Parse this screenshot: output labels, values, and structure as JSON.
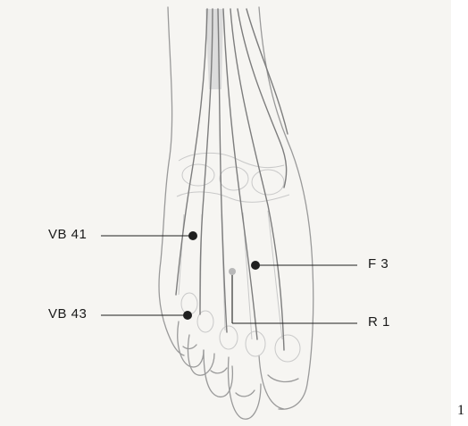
{
  "figure": {
    "points": [
      {
        "label": "VB 41"
      },
      {
        "label": "VB 43"
      },
      {
        "label": "F 3"
      },
      {
        "label": "R 1"
      }
    ]
  },
  "page_number": "1",
  "colors": {
    "background": "#f6f5f2",
    "outline": "#9a9a9a",
    "tendon": "#7d7d7d",
    "point": "#1f1f1f"
  }
}
